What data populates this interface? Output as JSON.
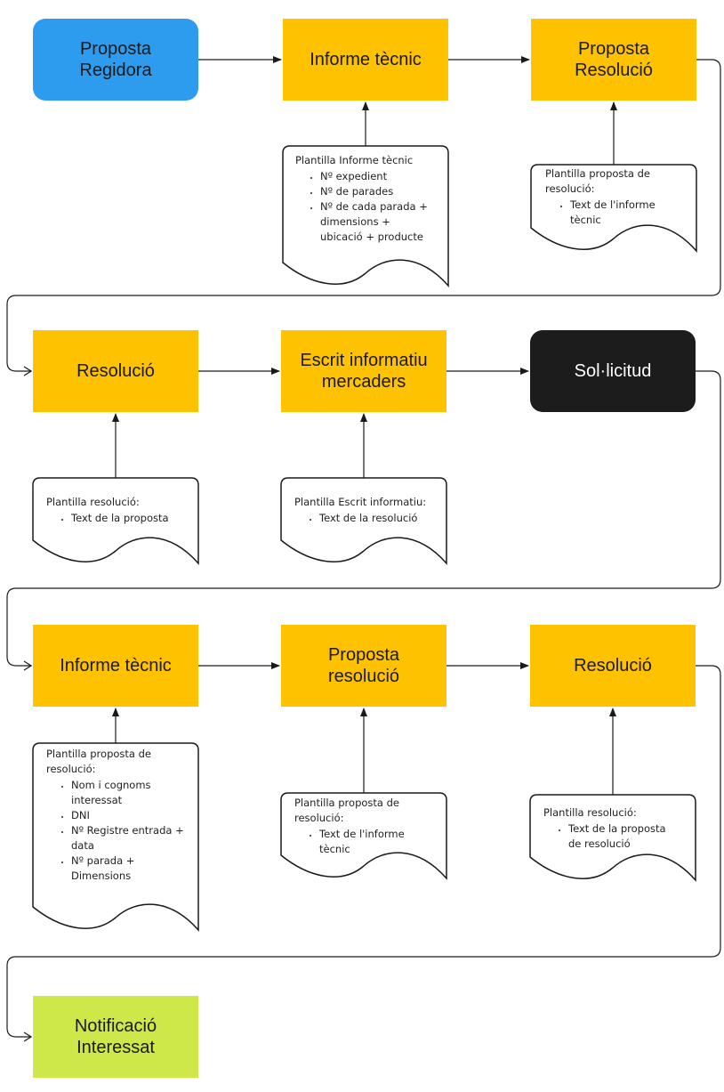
{
  "colors": {
    "process": "#FFC200",
    "start": "#2D9CEE",
    "event": "#1C1C1C",
    "end": "#CEE749",
    "line": "#1a1a1a"
  },
  "nodes": {
    "proposta_regidora": {
      "label": "Proposta\nRegidora"
    },
    "informe_tecnic_1": {
      "label": "Informe tècnic"
    },
    "proposta_resolucio_1": {
      "label": "Proposta\nResolució"
    },
    "resolucio_1": {
      "label": "Resolució"
    },
    "escrit_informatiu": {
      "label": "Escrit informatiu\nmercaders"
    },
    "sollicitud": {
      "label": "Sol·licitud"
    },
    "informe_tecnic_2": {
      "label": "Informe tècnic"
    },
    "proposta_resolucio_2": {
      "label": "Proposta\nresolució"
    },
    "resolucio_2": {
      "label": "Resolució"
    },
    "notificacio": {
      "label": "Notificació\nInteressat"
    }
  },
  "documents": {
    "plantilla_informe_tecnic": {
      "title": "Plantilla Informe tècnic",
      "items": [
        "Nº expedient",
        "Nº de parades",
        "Nº de cada parada +\ndimensions +\nubicació + producte"
      ]
    },
    "plantilla_proposta_1": {
      "title": "Plantilla proposta de\nresolució:",
      "items": [
        "Text de l'informe\ntècnic"
      ]
    },
    "plantilla_resolucio_1": {
      "title": "Plantilla resolució:",
      "items": [
        "Text de la proposta"
      ]
    },
    "plantilla_escrit": {
      "title": "Plantilla Escrit informatiu:",
      "items": [
        "Text de la resolució"
      ]
    },
    "plantilla_proposta_2": {
      "title": "Plantilla proposta de\nresolució:",
      "items": [
        "Nom i cognoms\ninteressat",
        "DNI",
        "Nº Registre entrada +\ndata",
        "Nº parada +\nDimensions"
      ]
    },
    "plantilla_proposta_3": {
      "title": "Plantilla proposta de\nresolució:",
      "items": [
        "Text de l'informe\ntècnic"
      ]
    },
    "plantilla_resolucio_2": {
      "title": "Plantilla resolució:",
      "items": [
        "Text de la proposta\nde resolució"
      ]
    }
  }
}
